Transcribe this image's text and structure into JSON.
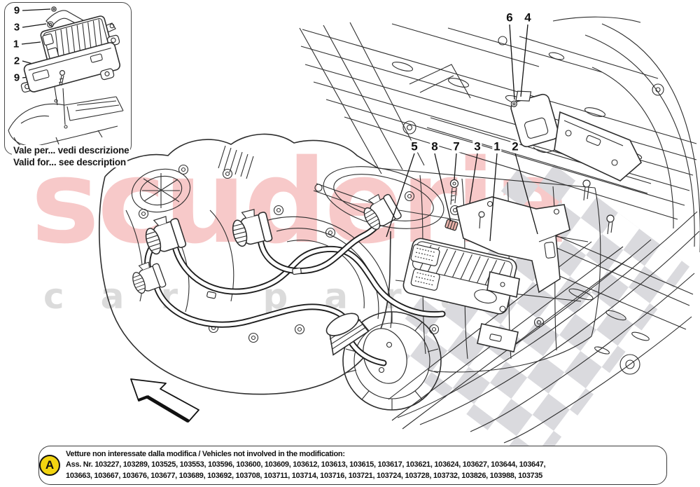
{
  "watermark": {
    "brand": "scuderia",
    "sub": "car parts",
    "brand_color": "#f7c9c9",
    "sub_color": "#dbdbdb",
    "checker_color": "#dadade"
  },
  "inset": {
    "callouts": [
      "9",
      "3",
      "1",
      "2",
      "9"
    ],
    "note_it": "Vale per... vedi descrizione",
    "note_en": "Valid for... see description"
  },
  "callouts": {
    "main": [
      "5",
      "8",
      "7",
      "3",
      "1",
      "2"
    ],
    "top_right": [
      "6",
      "4"
    ]
  },
  "footnote": {
    "badge": "A",
    "badge_color": "#f2d411",
    "title": "Vetture non interessate dalla modifica / Vehicles not involved in the modification:",
    "numbers_line1": "Ass. Nr. 103227, 103289, 103525, 103553, 103596, 103600, 103609, 103612, 103613, 103615, 103617, 103621, 103624, 103627, 103644, 103647,",
    "numbers_line2": "103663, 103667, 103676, 103677, 103689, 103692, 103708, 103711, 103714, 103716, 103721, 103724, 103728, 103732, 103826, 103988, 103735"
  }
}
